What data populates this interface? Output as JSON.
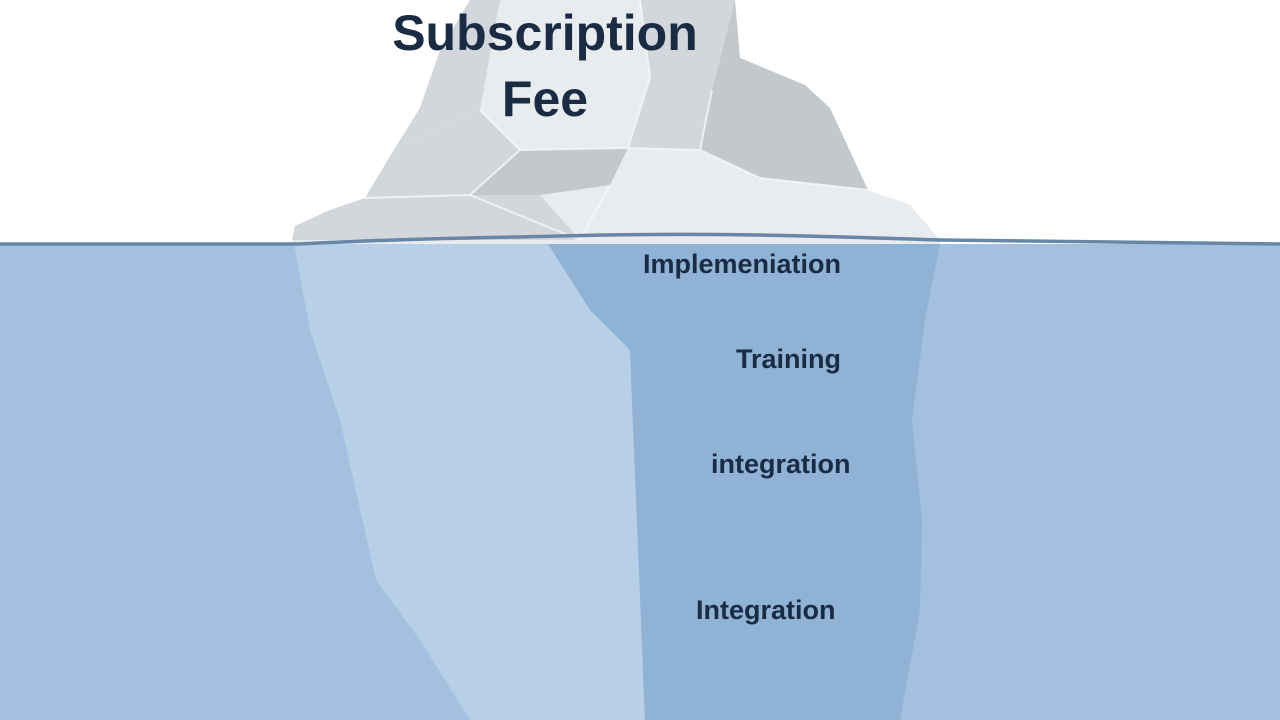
{
  "colors": {
    "sky": "#ffffff",
    "water": "#a3c1de",
    "waterline": "#6886a6",
    "ice_light": "#e9ecef",
    "ice_mid": "#d3d7db",
    "ice_shadow": "#c3c8cd",
    "ice_underwater_light": "#b7d0e7",
    "ice_underwater_dark": "#8fb2d5",
    "text": "#1a2b44"
  },
  "above_water": {
    "title_line1": "Subscription",
    "title_line2": "Fee"
  },
  "below_water": {
    "items": [
      "Implemeniation",
      "Training",
      "integration",
      "Integration"
    ]
  }
}
